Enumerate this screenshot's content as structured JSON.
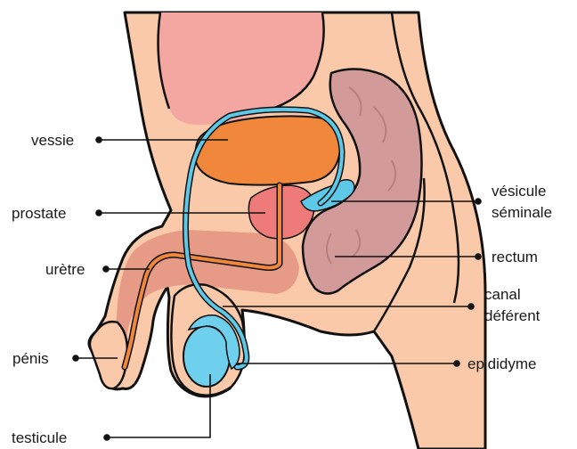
{
  "labels": {
    "bladder": "vessie",
    "prostate": "prostate",
    "urethra": "urètre",
    "penis": "pénis",
    "testicle": "testicule",
    "seminal_vesicle_line1": "vésicule",
    "seminal_vesicle_line2": "séminale",
    "rectum": "rectum",
    "vas_deferens_line1": "canal",
    "vas_deferens_line2": "déférent",
    "epididymis": "epididyme"
  },
  "colors": {
    "skin": "#f9c9a9",
    "pelvis_pink": "#f4a7a1",
    "bladder": "#f0873a",
    "prostate": "#ee7a7a",
    "urethra": "#f0873a",
    "duct_blue": "#5ec8e8",
    "testicle_blue": "#6fd0ee",
    "rectum": "#d39a9a",
    "penis_shade": "#e79a86",
    "outline": "#111111"
  }
}
